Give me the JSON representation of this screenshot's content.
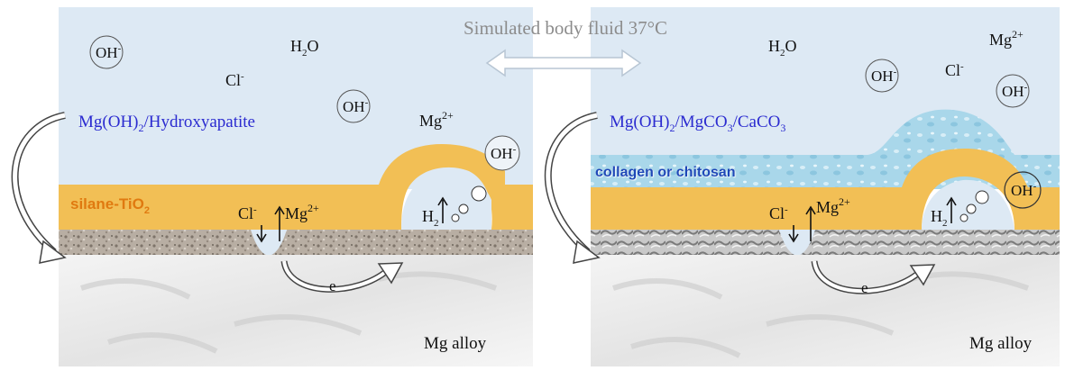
{
  "header": {
    "title": "Simulated body fluid 37°C"
  },
  "left_panel": {
    "ions": {
      "oh": "OH",
      "oh_charge": "-",
      "water_h": "H",
      "water_sub": "2",
      "water_o": "O",
      "cl": "Cl",
      "cl_charge": "-",
      "mg": "Mg",
      "mg_charge": "2+"
    },
    "product_prefix": "Mg(OH)",
    "product_sub": "2",
    "product_suffix": "/Hydroxyapatite",
    "coating": "silane-TiO",
    "coating_sub": "2",
    "gas_h": "H",
    "gas_sub": "2",
    "electron": "e",
    "substrate": "Mg alloy"
  },
  "right_panel": {
    "ions": {
      "oh": "OH",
      "oh_charge": "-",
      "water_h": "H",
      "water_sub": "2",
      "water_o": "O",
      "cl": "Cl",
      "cl_charge": "-",
      "mg": "Mg",
      "mg_charge": "2+"
    },
    "product_prefix": "Mg(OH)",
    "product_sub": "2",
    "product_mid": "/MgCO",
    "product_sub2": "3",
    "product_mid2": "/CaCO",
    "product_sub3": "3",
    "outer_layer": "collagen or chitosan",
    "gas_h": "H",
    "gas_sub": "2",
    "electron": "e",
    "substrate": "Mg alloy"
  },
  "colors": {
    "fluid": "#dde9f4",
    "coating": "#f2bf55",
    "biopolymer": "#a9d7ea",
    "product_text": "#2b2bd0",
    "coating_text": "#e07a10",
    "outer_text": "#1b46b8",
    "title_text": "#8c8c8c"
  }
}
